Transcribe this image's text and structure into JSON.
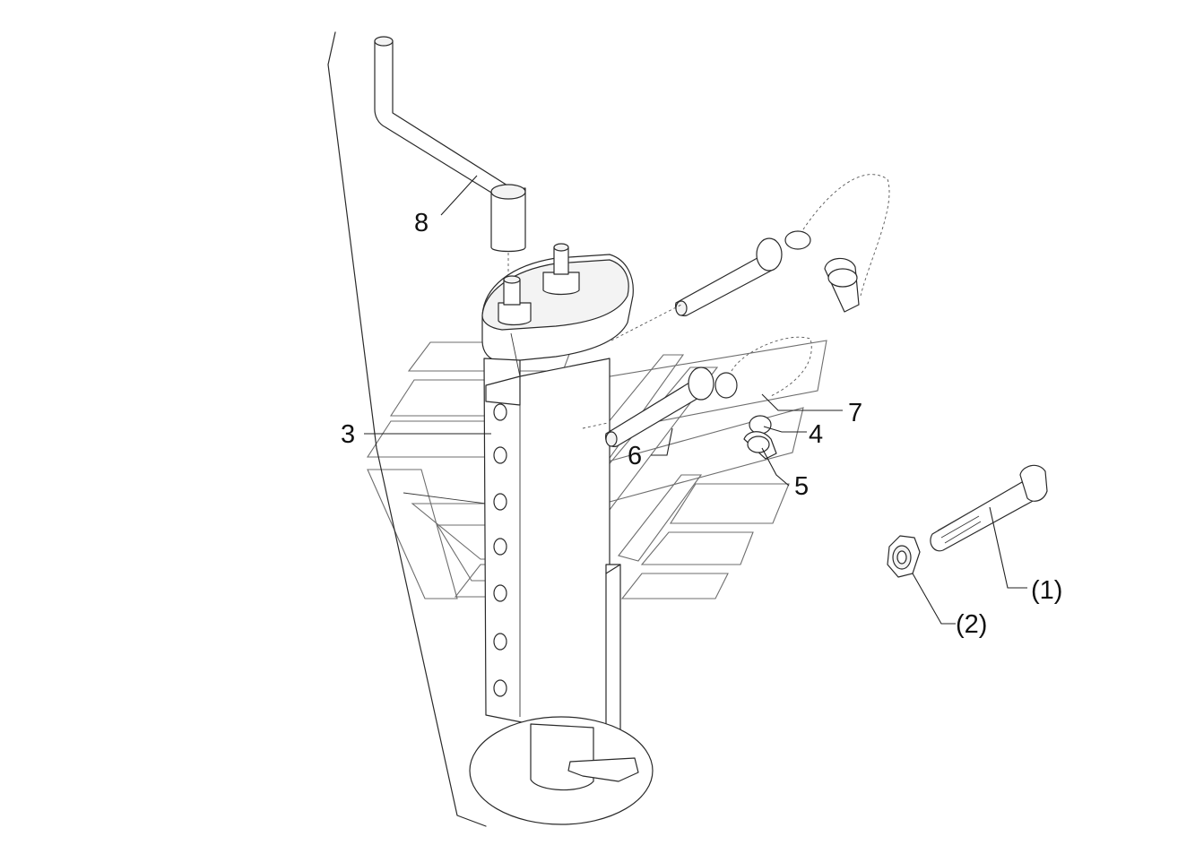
{
  "callouts": {
    "c1": "(1)",
    "c2": "(2)",
    "c3": "3",
    "c4": "4",
    "c5": "5",
    "c6": "6",
    "c7": "7",
    "c8": "8"
  }
}
